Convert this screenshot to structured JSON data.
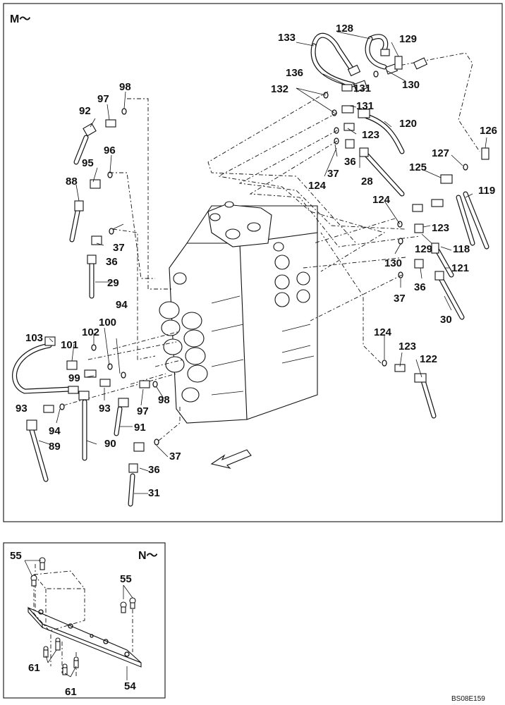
{
  "main_view": {
    "title": "M～",
    "callouts": [
      {
        "id": "c133",
        "text": "133"
      },
      {
        "id": "c128",
        "text": "128"
      },
      {
        "id": "c129a",
        "text": "129"
      },
      {
        "id": "c136",
        "text": "136"
      },
      {
        "id": "c132",
        "text": "132"
      },
      {
        "id": "c131a",
        "text": "131"
      },
      {
        "id": "c130a",
        "text": "130"
      },
      {
        "id": "c131b",
        "text": "131"
      },
      {
        "id": "c120",
        "text": "120"
      },
      {
        "id": "c123a",
        "text": "123"
      },
      {
        "id": "c126",
        "text": "126"
      },
      {
        "id": "c98a",
        "text": "98"
      },
      {
        "id": "c97a",
        "text": "97"
      },
      {
        "id": "c92",
        "text": "92"
      },
      {
        "id": "c96",
        "text": "96"
      },
      {
        "id": "c95",
        "text": "95"
      },
      {
        "id": "c88",
        "text": "88"
      },
      {
        "id": "c127",
        "text": "127"
      },
      {
        "id": "c36a",
        "text": "36"
      },
      {
        "id": "c125",
        "text": "125"
      },
      {
        "id": "c37a",
        "text": "37"
      },
      {
        "id": "c124a",
        "text": "124"
      },
      {
        "id": "c28",
        "text": "28"
      },
      {
        "id": "c119",
        "text": "119"
      },
      {
        "id": "c124b",
        "text": "124"
      },
      {
        "id": "c123b",
        "text": "123"
      },
      {
        "id": "c37b",
        "text": "37"
      },
      {
        "id": "c36b",
        "text": "36"
      },
      {
        "id": "c129b",
        "text": "129"
      },
      {
        "id": "c118",
        "text": "118"
      },
      {
        "id": "c130b",
        "text": "130"
      },
      {
        "id": "c121",
        "text": "121"
      },
      {
        "id": "c36c",
        "text": "36"
      },
      {
        "id": "c29",
        "text": "29"
      },
      {
        "id": "c37c",
        "text": "37"
      },
      {
        "id": "c30",
        "text": "30"
      },
      {
        "id": "c94a",
        "text": "94"
      },
      {
        "id": "c100",
        "text": "100"
      },
      {
        "id": "c103",
        "text": "103"
      },
      {
        "id": "c102",
        "text": "102"
      },
      {
        "id": "c101",
        "text": "101"
      },
      {
        "id": "c124c",
        "text": "124"
      },
      {
        "id": "c123c",
        "text": "123"
      },
      {
        "id": "c99",
        "text": "99"
      },
      {
        "id": "c122",
        "text": "122"
      },
      {
        "id": "c93a",
        "text": "93"
      },
      {
        "id": "c93b",
        "text": "93"
      },
      {
        "id": "c97b",
        "text": "97"
      },
      {
        "id": "c98b",
        "text": "98"
      },
      {
        "id": "c94b",
        "text": "94"
      },
      {
        "id": "c91",
        "text": "91"
      },
      {
        "id": "c89",
        "text": "89"
      },
      {
        "id": "c90",
        "text": "90"
      },
      {
        "id": "c37d",
        "text": "37"
      },
      {
        "id": "c36d",
        "text": "36"
      },
      {
        "id": "c31",
        "text": "31"
      }
    ]
  },
  "detail_view": {
    "title": "N～",
    "callouts": [
      {
        "id": "d55a",
        "text": "55"
      },
      {
        "id": "d55b",
        "text": "55"
      },
      {
        "id": "d61a",
        "text": "61"
      },
      {
        "id": "d61b",
        "text": "61"
      },
      {
        "id": "d54",
        "text": "54"
      }
    ]
  },
  "figure_ref": "BS08E159"
}
